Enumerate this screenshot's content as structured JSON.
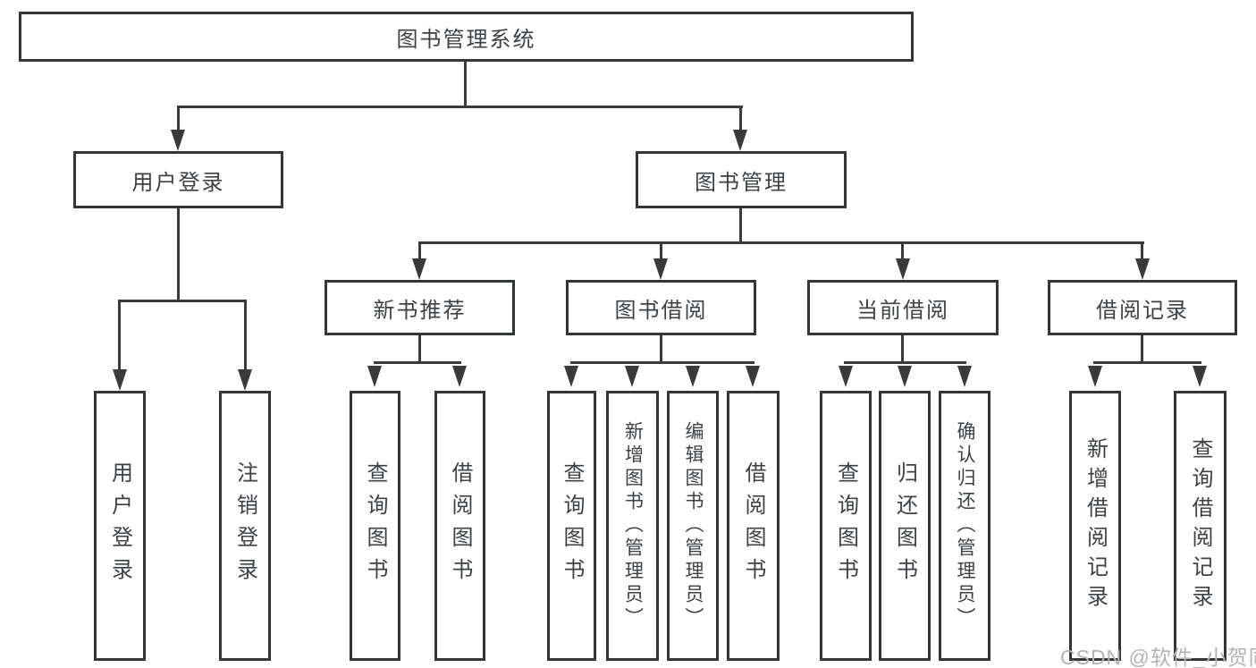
{
  "colors": {
    "line": "#3a3a3a",
    "box_border": "#333639",
    "text": "#3d4145",
    "watermark": "#b3b3b3",
    "background": "#ffffff"
  },
  "root": {
    "label": "图书管理系统"
  },
  "branches": [
    {
      "label": "用户登录",
      "children": [
        {
          "label": "用户登录"
        },
        {
          "label": "注销登录"
        }
      ]
    },
    {
      "label": "图书管理",
      "children": [
        {
          "label": "新书推荐",
          "children": [
            {
              "label": "查询图书"
            },
            {
              "label": "借阅图书"
            }
          ]
        },
        {
          "label": "图书借阅",
          "children": [
            {
              "label": "查询图书"
            },
            {
              "label": "新增图书（管理员）"
            },
            {
              "label": "编辑图书（管理员）"
            },
            {
              "label": "借阅图书"
            }
          ]
        },
        {
          "label": "当前借阅",
          "children": [
            {
              "label": "查询图书"
            },
            {
              "label": "归还图书"
            },
            {
              "label": "确认归还（管理员）"
            }
          ]
        },
        {
          "label": "借阅记录",
          "children": [
            {
              "label": "新增借阅记录"
            },
            {
              "label": "查询借阅记录"
            }
          ]
        }
      ]
    }
  ],
  "watermark": "CSDN @软件_小贺同学"
}
